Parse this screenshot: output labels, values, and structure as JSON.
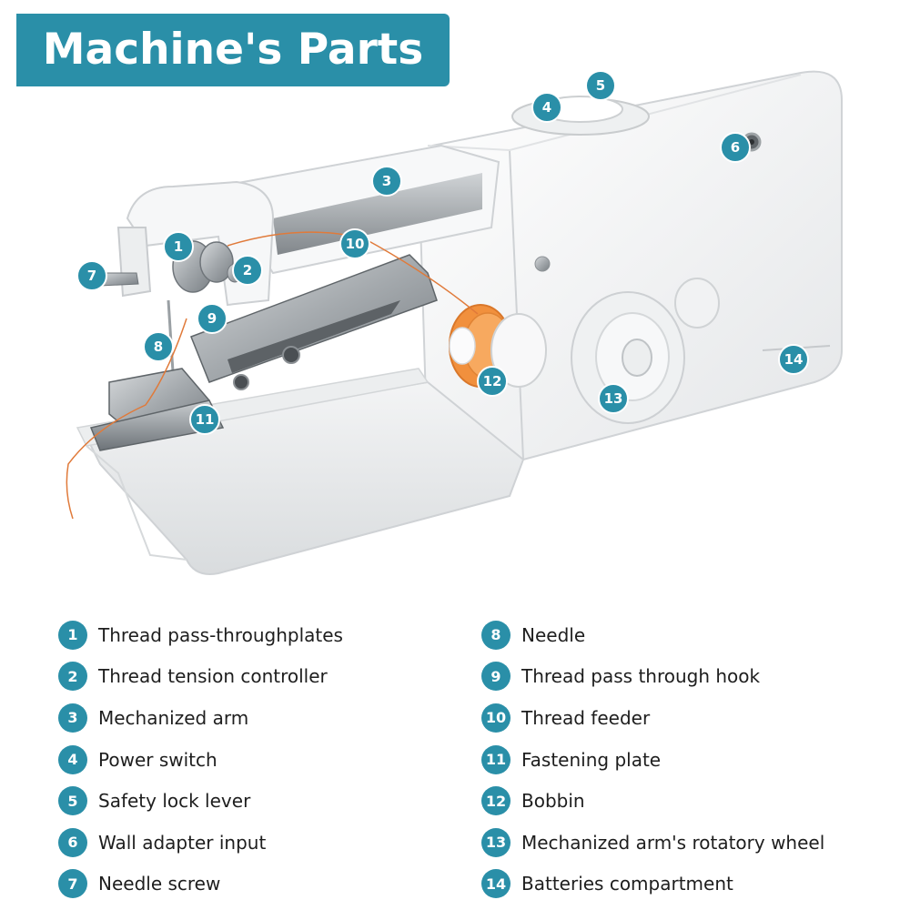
{
  "title": "Machine's Parts",
  "colors": {
    "accent": "#2a8fa8",
    "thread": "#e07a3a",
    "body": "#f4f4f4"
  },
  "diagram": {
    "callouts": [
      "1",
      "2",
      "3",
      "4",
      "5",
      "6",
      "7",
      "8",
      "9",
      "10",
      "11",
      "12",
      "13",
      "14"
    ]
  },
  "legend": {
    "left": [
      {
        "num": "1",
        "label": "Thread pass-throughplates"
      },
      {
        "num": "2",
        "label": "Thread tension controller"
      },
      {
        "num": "3",
        "label": "Mechanized arm"
      },
      {
        "num": "4",
        "label": "Power switch"
      },
      {
        "num": "5",
        "label": "Safety lock lever"
      },
      {
        "num": "6",
        "label": "Wall adapter input"
      },
      {
        "num": "7",
        "label": "Needle screw"
      }
    ],
    "right": [
      {
        "num": "8",
        "label": "Needle"
      },
      {
        "num": "9",
        "label": "Thread pass through hook"
      },
      {
        "num": "10",
        "label": "Thread feeder"
      },
      {
        "num": "11",
        "label": "Fastening plate"
      },
      {
        "num": "12",
        "label": "Bobbin"
      },
      {
        "num": "13",
        "label": "Mechanized arm's rotatory wheel"
      },
      {
        "num": "14",
        "label": "Batteries compartment"
      }
    ]
  }
}
